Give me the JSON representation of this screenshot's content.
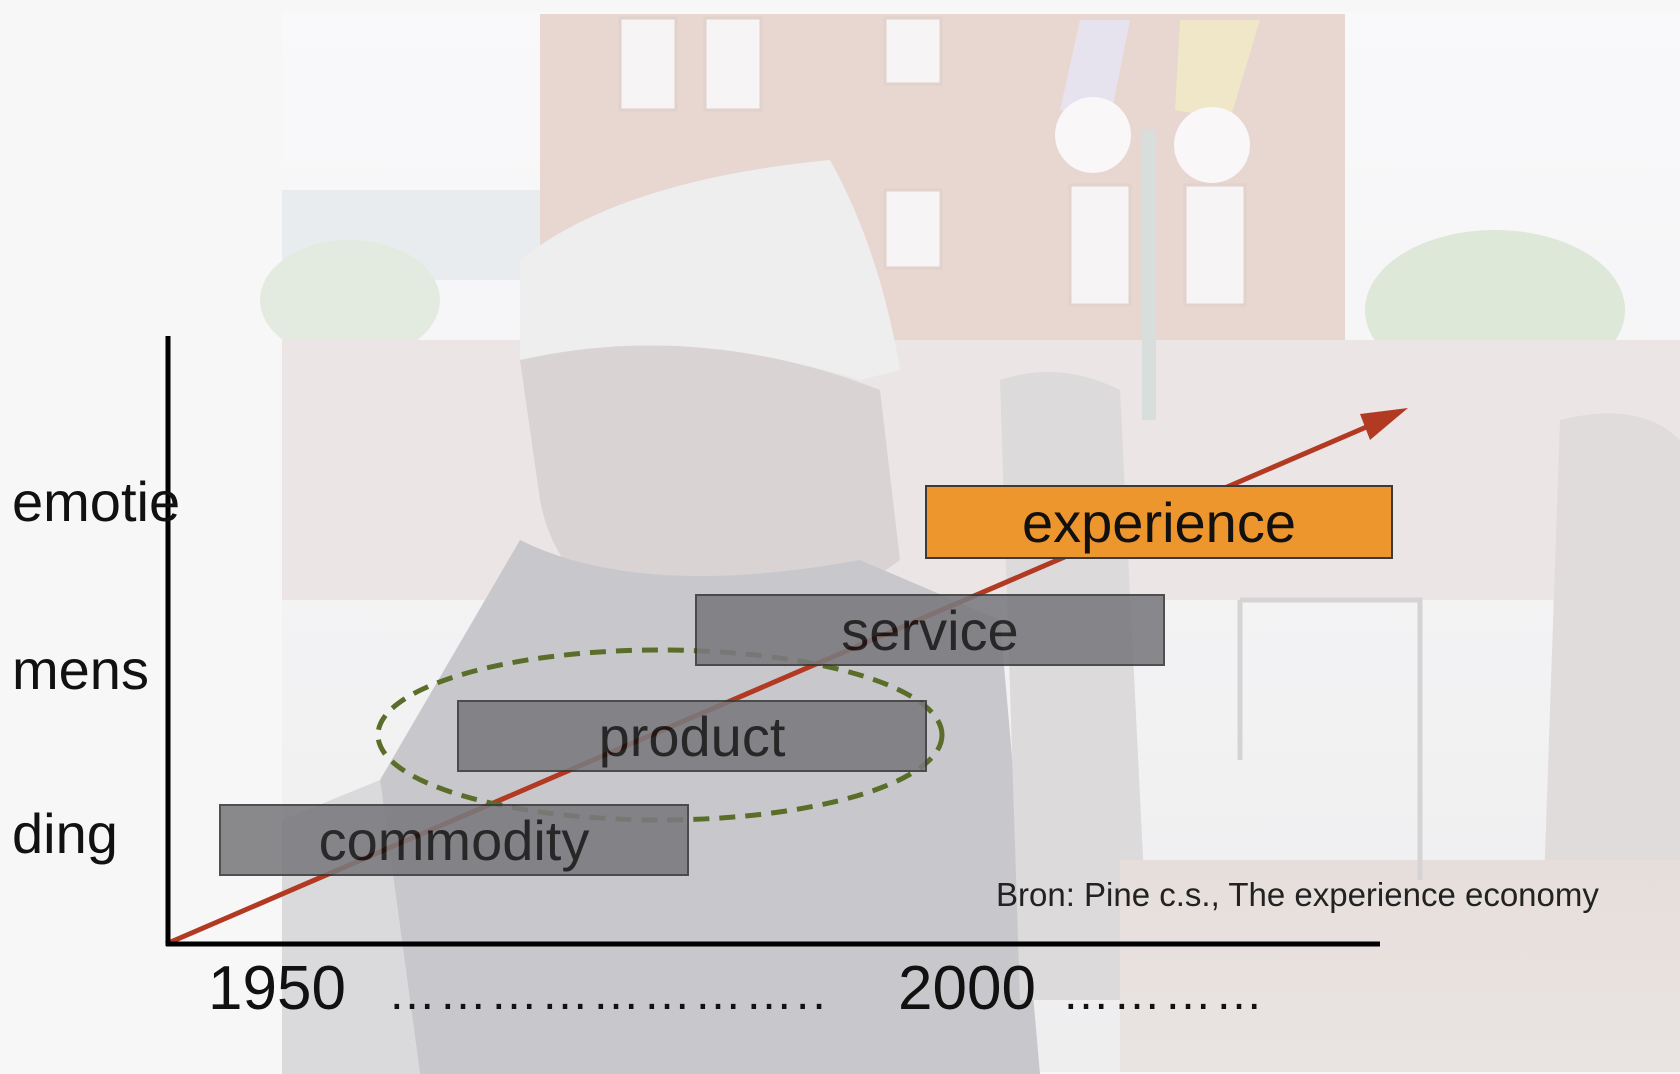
{
  "y_axis_labels": {
    "emotion": "emotie",
    "person": "mens",
    "thing": "ding"
  },
  "x_axis_labels": {
    "start_year": "1950",
    "dots_1": "……………………..",
    "mid_year": "2000",
    "dots_2": "…………"
  },
  "stages": {
    "commodity": "commodity",
    "product": "product",
    "service": "service",
    "experience": "experience"
  },
  "source": "Bron: Pine c.s., The experience economy",
  "colors": {
    "stage_gray": "#7a7a7e",
    "experience_orange": "#ee962e",
    "arrow_red": "#b23a22",
    "ellipse_green": "#5a6e2a",
    "axis_black": "#000000"
  }
}
